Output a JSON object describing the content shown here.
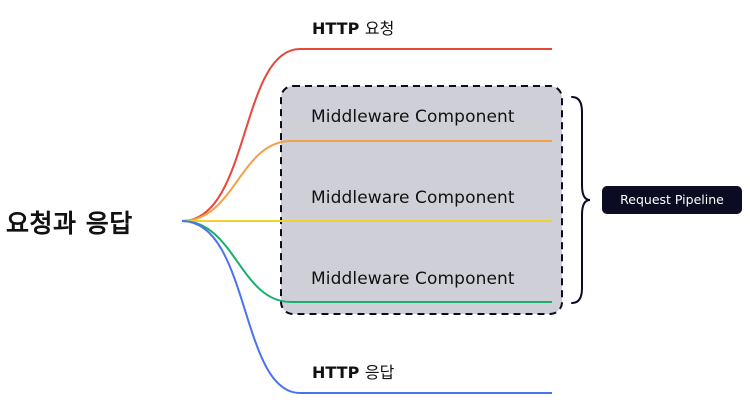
{
  "title": "요청과 응답",
  "http_request": {
    "prefix": "HTTP",
    "suffix": "요청"
  },
  "http_response": {
    "prefix": "HTTP",
    "suffix": "응답"
  },
  "middleware_components": [
    "Middleware Component",
    "Middleware Component",
    "Middleware Component"
  ],
  "pipeline_label": "Request Pipeline",
  "colors": {
    "request_line": "#e8473c",
    "orange_line": "#f4a146",
    "yellow_line": "#f2d230",
    "green_line": "#1aad6d",
    "response_line": "#4a74ee",
    "pipeline_box_fill": "#cfd0d7",
    "pipeline_box_border": "#0b0b22",
    "pill_background": "#0b0b22"
  }
}
